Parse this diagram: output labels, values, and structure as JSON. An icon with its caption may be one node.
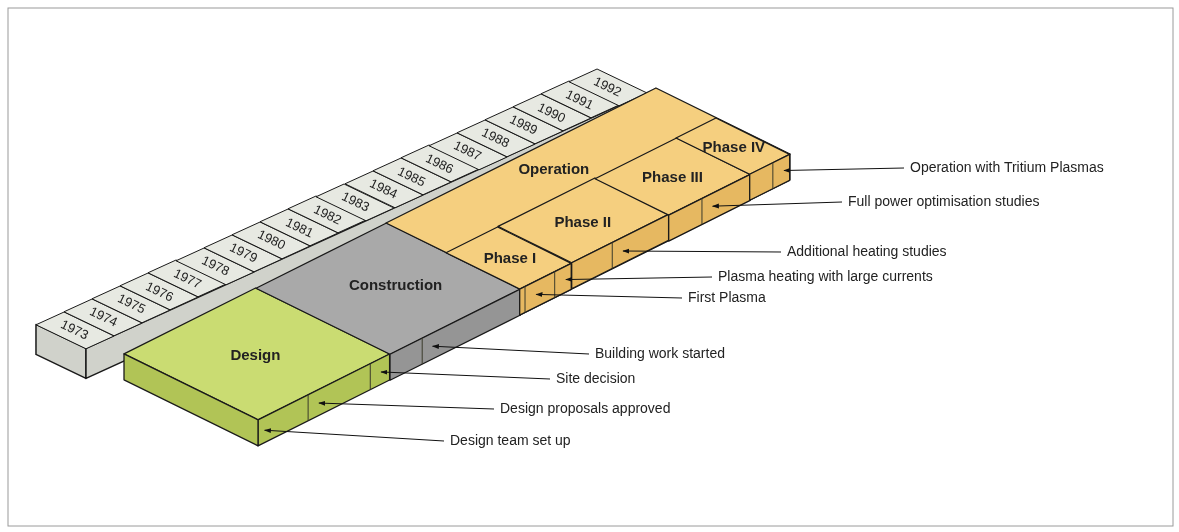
{
  "diagram": {
    "nodes": [
      {
        "text": [
          "1973"
        ]
      },
      {
        "text": [
          "1974"
        ]
      },
      {
        "text": [
          "1975"
        ]
      },
      {
        "text": [
          "1976"
        ]
      },
      {
        "text": [
          "1977"
        ]
      },
      {
        "text": [
          "1978"
        ]
      },
      {
        "text": [
          "1979"
        ]
      },
      {
        "text": [
          "1980"
        ]
      },
      {
        "text": [
          "1981"
        ]
      },
      {
        "text": [
          "1982"
        ]
      },
      {
        "text": [
          "1983"
        ]
      },
      {
        "text": [
          "1984"
        ]
      },
      {
        "text": [
          "1985"
        ]
      },
      {
        "text": [
          "1986"
        ]
      },
      {
        "text": [
          "1987"
        ]
      },
      {
        "text": [
          "1988"
        ]
      },
      {
        "text": [
          "1989"
        ]
      },
      {
        "text": [
          "1990"
        ]
      },
      {
        "text": [
          "1991"
        ]
      },
      {
        "text": [
          "1992"
        ]
      },
      {
        "text": [
          "Design"
        ]
      },
      {
        "text": [
          "Construction"
        ]
      },
      {
        "text": [
          "Operation"
        ]
      },
      {
        "text": [
          "Phase I"
        ],
        "in": 22
      },
      {
        "text": [
          "Phase II"
        ],
        "in": 22
      },
      {
        "text": [
          "Phase III"
        ],
        "in": 22
      },
      {
        "text": [
          "Phase IV"
        ],
        "in": 22
      },
      {
        "text": [
          "Operation with Tritium Plasmas"
        ]
      },
      {
        "text": [
          "Full power optimisation studies"
        ]
      },
      {
        "text": [
          "Additional heating studies"
        ]
      },
      {
        "text": [
          "Plasma heating with large currents"
        ]
      },
      {
        "text": [
          "First Plasma"
        ]
      },
      {
        "text": [
          "Building work started"
        ]
      },
      {
        "text": [
          "Site decision"
        ]
      },
      {
        "text": [
          "Design proposals approved"
        ]
      },
      {
        "text": [
          "Design team set up"
        ]
      }
    ],
    "edges": [
      {
        "from": 27,
        "to": 26,
        "arrow": "to"
      },
      {
        "from": 28,
        "to": 25,
        "arrow": "to"
      },
      {
        "from": 29,
        "to": 24,
        "arrow": "to"
      },
      {
        "from": 30,
        "to": 23,
        "arrow": "to"
      },
      {
        "from": 31,
        "to": 23,
        "arrow": "to"
      },
      {
        "from": 32,
        "to": 21,
        "arrow": "to"
      },
      {
        "from": 33,
        "to": 20,
        "arrow": "to"
      },
      {
        "from": 34,
        "to": 20,
        "arrow": "to"
      },
      {
        "from": 35,
        "to": 20,
        "arrow": "to"
      }
    ]
  }
}
